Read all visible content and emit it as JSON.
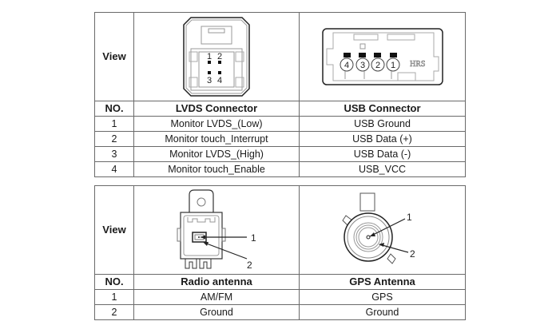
{
  "table1": {
    "view_label": "View",
    "header": {
      "no": "NO.",
      "col1": "LVDS Connector",
      "col2": "USB Connector"
    },
    "lvds_pin_labels": [
      "1",
      "2",
      "3",
      "4"
    ],
    "usb_pin_labels": [
      "4",
      "3",
      "2",
      "1"
    ],
    "usb_logo": "HRS",
    "rows": [
      {
        "no": "1",
        "col1": "Monitor LVDS_(Low)",
        "col2": "USB Ground"
      },
      {
        "no": "2",
        "col1": "Monitor touch_Interrupt",
        "col2": "USB Data (+)"
      },
      {
        "no": "3",
        "col1": "Monitor LVDS_(High)",
        "col2": "USB Data (-)"
      },
      {
        "no": "4",
        "col1": "Monitor touch_Enable",
        "col2": "USB_VCC"
      }
    ]
  },
  "table2": {
    "view_label": "View",
    "header": {
      "no": "NO.",
      "col1": "Radio antenna",
      "col2": "GPS Antenna"
    },
    "radio_callouts": [
      "1",
      "2"
    ],
    "gps_callouts": [
      "1",
      "2"
    ],
    "rows": [
      {
        "no": "1",
        "col1": "AM/FM",
        "col2": "GPS"
      },
      {
        "no": "2",
        "col1": "Ground",
        "col2": "Ground"
      }
    ]
  }
}
